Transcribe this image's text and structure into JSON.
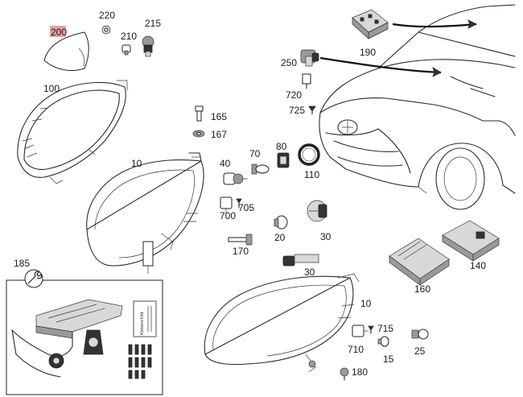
{
  "labels": {
    "l200": "200",
    "l220": "220",
    "l210": "210",
    "l215": "215",
    "l190": "190",
    "l250": "250",
    "l720": "720",
    "l725": "725",
    "l100": "100",
    "l165": "165",
    "l167": "167",
    "l10a": "10",
    "l40": "40",
    "l70": "70",
    "l80": "80",
    "l110": "110",
    "l700": "700",
    "l705": "705",
    "l20": "20",
    "l30a": "30",
    "l170": "170",
    "l30b": "30",
    "l185": "185",
    "l10b": "10",
    "l715": "715",
    "l710": "710",
    "l15": "15",
    "l25": "25",
    "l180": "180",
    "l160": "160",
    "l140": "140"
  },
  "highlight_color": "#e8a0a0",
  "inset_kit_label": "Klebeschild"
}
